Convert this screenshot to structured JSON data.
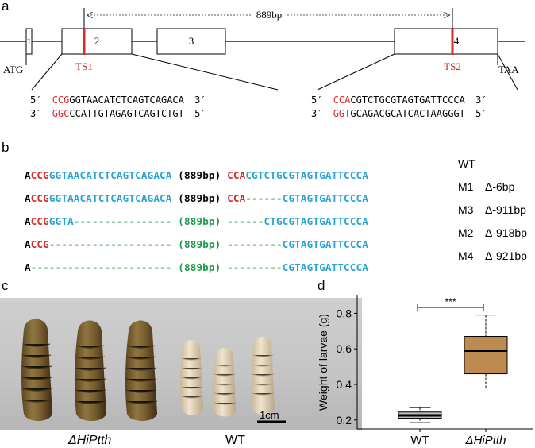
{
  "panels": {
    "a": "a",
    "b": "b",
    "c": "c",
    "d": "d"
  },
  "panel_a": {
    "distance": "889bp",
    "atg": "ATG",
    "taa": "TAA",
    "exons": [
      "1",
      "2",
      "3",
      "4"
    ],
    "ts1": "TS1",
    "ts2": "TS2",
    "left_top": {
      "p5": "5′",
      "red": "CCG",
      "rest": "GGTAACATCTCAGTCAGACA",
      "p3": "3′"
    },
    "left_bottom": {
      "p5": "3′",
      "red": "GGC",
      "rest": "CCATTGTAGAGTCAGTCTGT",
      "p3": "5′"
    },
    "right_top": {
      "p5": "5′",
      "red": "CCA",
      "rest": "CGTCTGCGTAGTGATTCCCA",
      "p3": "3′"
    },
    "right_bottom": {
      "p5": "3′",
      "red": "GGT",
      "rest": "GCAGACGCATCACTAAGGGT",
      "p3": "5′"
    }
  },
  "panel_b": {
    "rows": [
      {
        "a": "A",
        "r1": "CCG",
        "b1": "GGTAACATCTCAGTCAGACA",
        "mid": "(889bp)",
        "midColor": "k",
        "r2": "CCA",
        "b2": "CGTCTGCGTAGTGATTCCCA",
        "g1": "",
        "g2": "",
        "name": "WT",
        "del": ""
      },
      {
        "a": "A",
        "r1": "CCG",
        "b1": "GGTAACATCTCAGTCAGACA",
        "mid": "(889bp)",
        "midColor": "k",
        "r2": "CCA",
        "g2": "------",
        "b2": "CGTAGTGATTCCCA",
        "g1": "",
        "name": "M1",
        "del": "Δ-6bp"
      },
      {
        "a": "A",
        "r1": "CCG",
        "b1": "GGTA",
        "g1": "----------------",
        "mid": "(889bp)",
        "midColor": "g",
        "r2": "",
        "g2": "------",
        "b2": "CTGCGTAGTGATTCCCA",
        "name": "M3",
        "del": "Δ-911bp"
      },
      {
        "a": "A",
        "r1": "CCG",
        "b1": "",
        "g1": "--------------------",
        "mid": "(889bp)",
        "midColor": "g",
        "r2": "",
        "g2": "---------",
        "b2": "CGTAGTGATTCCCA",
        "name": "M2",
        "del": "Δ-918bp"
      },
      {
        "a": "A",
        "r1": "",
        "b1": "",
        "g1": "-----------------------",
        "mid": "(889bp)",
        "midColor": "g",
        "r2": "",
        "g2": "---------",
        "b2": "CGTAGTGATTCCCA",
        "name": "M4",
        "del": "Δ-921bp"
      }
    ]
  },
  "panel_c": {
    "scale": "1cm",
    "label_left": "ΔHiPtth",
    "label_right": "WT"
  },
  "chart_data": {
    "type": "box",
    "ylabel": "Weight of larvae (g)",
    "categories": [
      "WT",
      "ΔHiPtth"
    ],
    "ylim": [
      0.15,
      0.9
    ],
    "yticks": [
      0.2,
      0.4,
      0.6,
      0.8
    ],
    "boxes": [
      {
        "name": "WT",
        "min": 0.185,
        "q1": 0.21,
        "median": 0.226,
        "q3": 0.245,
        "max": 0.27,
        "color": "#b9b9b9"
      },
      {
        "name": "ΔHiPtth",
        "min": 0.38,
        "q1": 0.46,
        "median": 0.59,
        "q3": 0.67,
        "max": 0.79,
        "color": "#bd8b4f"
      }
    ],
    "significance": "***"
  },
  "colors": {
    "red": "#d62b2b",
    "blue": "#2aa3d3",
    "green": "#1e9a4a",
    "box_wt": "#b9b9b9",
    "box_ko": "#bd8b4f"
  }
}
